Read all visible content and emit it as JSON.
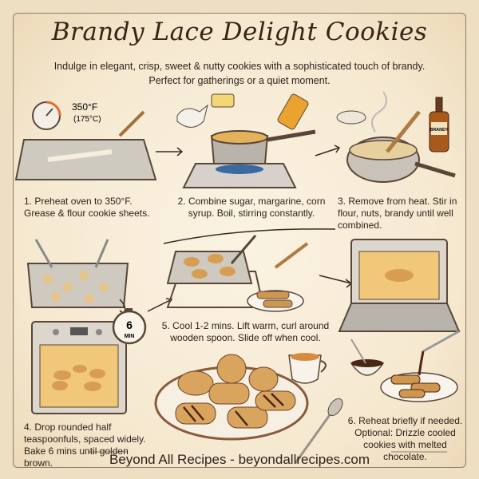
{
  "title": "Brandy Lace Delight Cookies",
  "subtitle": "Indulge in elegant, crisp, sweet & nutty cookies with a sophisticated touch of brandy. Perfect for gatherings or a quiet moment.",
  "illustration_labels": {
    "oven_temp_f": "350°F",
    "oven_temp_c": "(175°C)",
    "timer": "6",
    "timer_unit": "MIN",
    "bottle": "BRANDY"
  },
  "steps": [
    {
      "number": 1,
      "text": "1. Preheat oven to 350°F. Grease & flour cookie sheets."
    },
    {
      "number": 2,
      "text": "2. Combine sugar, margarine, corn syrup. Boil, stirring constantly."
    },
    {
      "number": 3,
      "text": "3. Remove from heat. Stir in flour, nuts, brandy until well combined."
    },
    {
      "number": 4,
      "text": "4. Drop rounded half teaspoonfuls, spaced widely. Bake 6 mins until golden brown."
    },
    {
      "number": 5,
      "text": "5. Cool 1-2 mins. Lift warm, curl around wooden spoon. Slide off when cool."
    },
    {
      "number": 6,
      "text": "6. Reheat briefly if needed. Optional: Drizzle cooled cookies with melted chocolate."
    }
  ],
  "footer": "Beyond All Recipes - beyondallrecipes.com",
  "colors": {
    "paper": "#efdfc2",
    "ink": "#2b1f18",
    "cookie": "#d9a45e",
    "chocolate": "#4a2614"
  }
}
